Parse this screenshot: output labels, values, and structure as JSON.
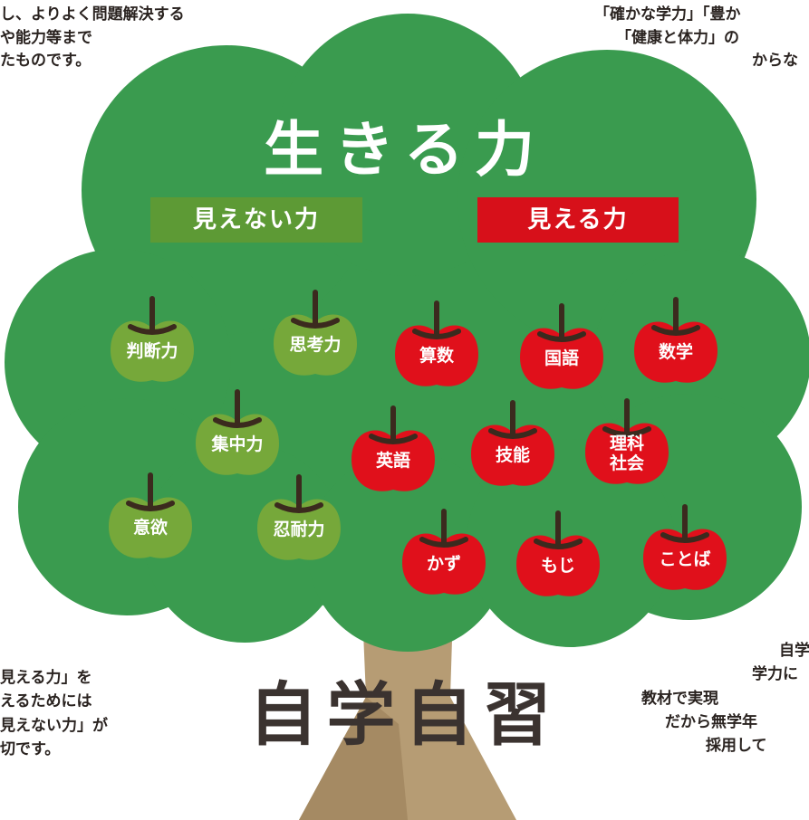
{
  "captions": {
    "top_left": [
      "し、よりよく問題解決する",
      "や能力等まで",
      "たものです。"
    ],
    "top_right": [
      "「確かな学力」「豊か",
      "「健康と体力」の",
      "からな"
    ],
    "bottom_left": [
      "見える力」を",
      "えるためには",
      "見えない力」が",
      "切です。"
    ],
    "bottom_right": [
      "自学",
      "学力に",
      "教材で実現",
      "だから無学年",
      "採用して"
    ]
  },
  "tree": {
    "title": "生きる力",
    "invisible_label": "見えない力",
    "visible_label": "見える力",
    "motto": "自学自習"
  },
  "invisible_apples": [
    "判断力",
    "思考力",
    "集中力",
    "意欲",
    "忍耐力"
  ],
  "visible_apples": [
    "算数",
    "国語",
    "数学",
    "英語",
    "技能",
    "理科\n社会",
    "かず",
    "もじ",
    "ことば"
  ],
  "colors": {
    "canopy": "#3a9b4f",
    "trunk": "#b69c74",
    "invisible_apple": "#76a83a",
    "visible_apple": "#e0101b",
    "stem": "#3b2a1e"
  }
}
